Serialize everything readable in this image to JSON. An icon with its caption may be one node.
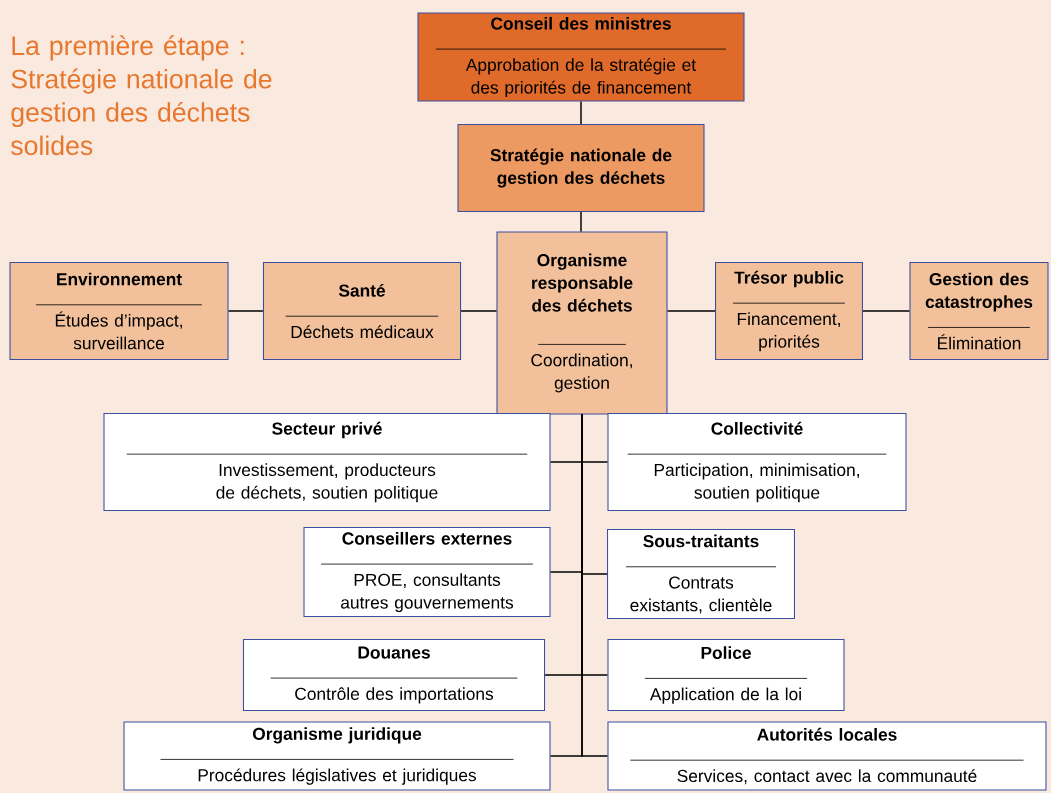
{
  "diagram": {
    "title": "La première étape : Stratégie nationale de gestion des déchets solides",
    "nodes": [
      {
        "text": [
          "Conseil des ministres",
          "Approbation de la stratégie et des priorités de financement"
        ]
      },
      {
        "text": [
          "Stratégie nationale de gestion des déchets"
        ]
      },
      {
        "text": [
          "Organisme responsable des déchets",
          "Coordination, gestion"
        ]
      },
      {
        "text": [
          "Santé",
          "Déchets médicaux"
        ]
      },
      {
        "text": [
          "Environnement",
          "Études d’impact, surveillance"
        ]
      },
      {
        "text": [
          "Trésor public",
          "Financement, priorités"
        ]
      },
      {
        "text": [
          "Gestion des catastrophes",
          "Élimination"
        ]
      },
      {
        "text": [
          "Secteur privé",
          "Investissement, producteurs de déchets, soutien politique"
        ]
      },
      {
        "text": [
          "Collectivité",
          "Participation, minimisation, soutien politique"
        ]
      },
      {
        "text": [
          "Conseillers externes",
          "PROE, consultants autres gouvernements"
        ]
      },
      {
        "text": [
          "Sous-traitants",
          "Contrats existants, clientèle"
        ]
      },
      {
        "text": [
          "Douanes",
          "Contrôle des importations"
        ]
      },
      {
        "text": [
          "Police",
          "Application de la loi"
        ]
      },
      {
        "text": [
          "Organisme juridique",
          "Procédures législatives et juridiques"
        ]
      },
      {
        "text": [
          "Autorités locales",
          "Services, contact avec la communauté"
        ]
      }
    ],
    "edges": [
      {
        "from": 0,
        "to": 1,
        "arrow": "none"
      },
      {
        "from": 1,
        "to": 2,
        "arrow": "none"
      },
      {
        "from": 2,
        "to": 3,
        "arrow": "none"
      },
      {
        "from": 3,
        "to": 4,
        "arrow": "none"
      },
      {
        "from": 2,
        "to": 5,
        "arrow": "none"
      },
      {
        "from": 5,
        "to": 6,
        "arrow": "none"
      },
      {
        "from": 2,
        "to": 7,
        "arrow": "none"
      },
      {
        "from": 2,
        "to": 8,
        "arrow": "none"
      },
      {
        "from": 2,
        "to": 9,
        "arrow": "none"
      },
      {
        "from": 2,
        "to": 10,
        "arrow": "none"
      },
      {
        "from": 2,
        "to": 11,
        "arrow": "none"
      },
      {
        "from": 2,
        "to": 12,
        "arrow": "none"
      },
      {
        "from": 2,
        "to": 13,
        "arrow": "none"
      },
      {
        "from": 2,
        "to": 14,
        "arrow": "none"
      }
    ]
  }
}
